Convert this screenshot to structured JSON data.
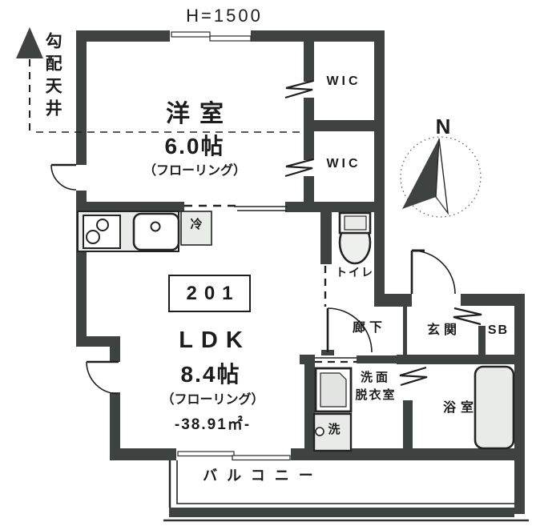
{
  "plan": {
    "ceiling_height": "H=1500",
    "sloped_ceiling": "勾配天井",
    "compass_n": "N",
    "unit_number": "201",
    "rooms": {
      "western_room": {
        "name": "洋室",
        "size": "6.0帖",
        "floor_type": "（フローリング）"
      },
      "ldk": {
        "name": "LDK",
        "size": "8.4帖",
        "floor_type": "（フローリング）",
        "total_area": "-38.91㎡-"
      },
      "wic_upper": {
        "name": "WIC"
      },
      "wic_lower": {
        "name": "WIC"
      },
      "toilet": {
        "name": "トイレ"
      },
      "hallway": {
        "name": "廊下"
      },
      "entrance": {
        "name": "玄関"
      },
      "shoe_box": {
        "name": "SB"
      },
      "washroom": {
        "name_line1": "洗面",
        "name_line2": "脱衣室"
      },
      "bathroom": {
        "name": "浴室"
      },
      "balcony": {
        "name": "バルコニー"
      }
    },
    "fixtures": {
      "refrigerator": "冷",
      "washing_machine": "洗"
    },
    "colors": {
      "wall": "#3e4341",
      "fixture_fill": "#e9ebe8",
      "line": "#1c1c1c",
      "background": "#ffffff"
    }
  }
}
